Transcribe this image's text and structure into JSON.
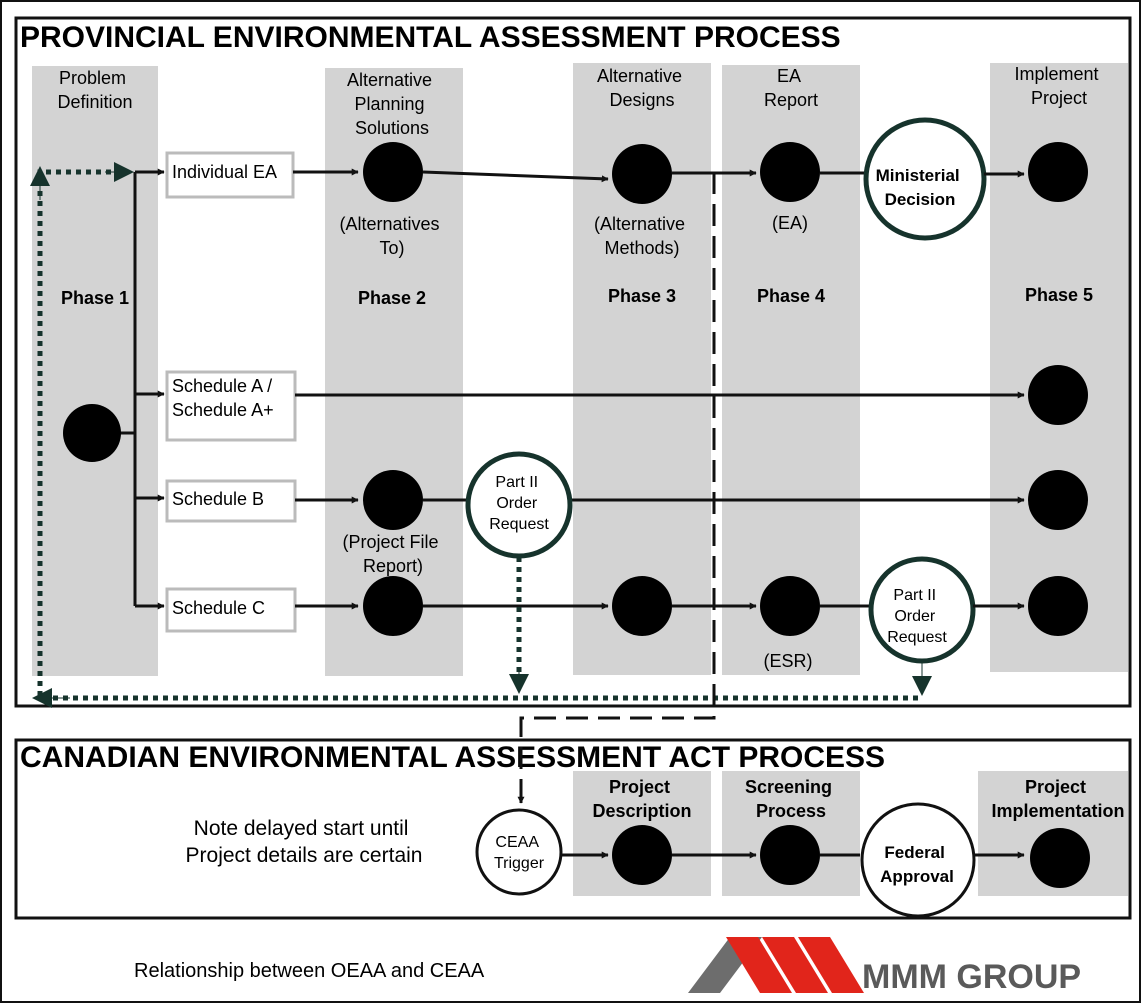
{
  "provincial": {
    "title": "PROVINCIAL ENVIRONMENTAL ASSESSMENT PROCESS",
    "columns": {
      "phase1": {
        "heading": [
          "Problem",
          "Definition"
        ],
        "phase": "Phase 1"
      },
      "phase2": {
        "heading": [
          "Alternative",
          "Planning",
          "Solutions"
        ],
        "phase": "Phase 2"
      },
      "phase3": {
        "heading": [
          "Alternative",
          "Designs"
        ],
        "phase": "Phase 3"
      },
      "phase4": {
        "heading": [
          "EA",
          "Report"
        ],
        "phase": "Phase 4"
      },
      "phase5": {
        "heading": [
          "Implement",
          "Project"
        ],
        "phase": "Phase 5"
      }
    },
    "schedules": {
      "individual_ea": [
        "Individual EA"
      ],
      "schedule_a": [
        "Schedule A /",
        "Schedule A+"
      ],
      "schedule_b": [
        "Schedule B"
      ],
      "schedule_c": [
        "Schedule C"
      ]
    },
    "notes": {
      "alternatives_to": [
        "(Alternatives",
        "To)"
      ],
      "alternative_methods": [
        "(Alternative",
        "Methods)"
      ],
      "ea": [
        "(EA)"
      ],
      "project_file_report": [
        "(Project File",
        "Report)"
      ],
      "esr": [
        "(ESR)"
      ]
    },
    "ministerial_decision": [
      "Ministerial",
      "Decision"
    ],
    "part2_order_request": [
      "Part II",
      "Order",
      "Request"
    ]
  },
  "ceaa": {
    "title": "CANADIAN ENVIRONMENTAL  ASSESSMENT ACT PROCESS",
    "note": [
      "Note delayed start until",
      "Project details are certain"
    ],
    "trigger": [
      "CEAA",
      "Trigger"
    ],
    "columns": {
      "project_description": [
        "Project",
        "Description"
      ],
      "screening_process": [
        "Screening",
        "Process"
      ],
      "project_implementation": [
        "Project",
        "Implementation"
      ]
    },
    "federal_approval": [
      "Federal",
      "Approval"
    ]
  },
  "footer": {
    "caption": "Relationship between OEAA and CEAA",
    "logo_text": "MMM GROUP",
    "logo_red": "#e1251b",
    "logo_grey": "#6d6d6d"
  }
}
